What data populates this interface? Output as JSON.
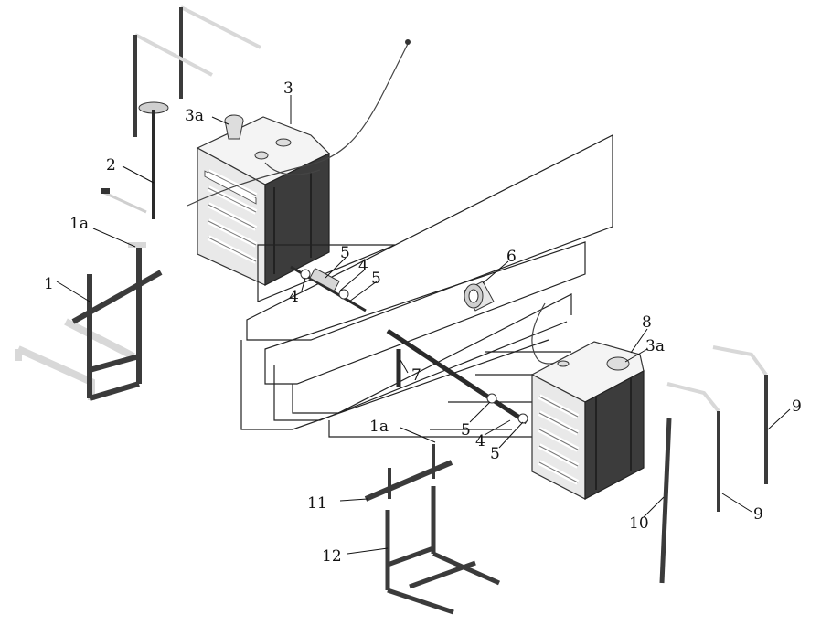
{
  "callouts": {
    "c1": "1",
    "c1a_left": "1a",
    "c1a_bottom": "1a",
    "c2": "2",
    "c3": "3",
    "c3a_left": "3a",
    "c3a_right": "3a",
    "c4_a": "4",
    "c4_b": "4",
    "c4_c": "4",
    "c5_a": "5",
    "c5_b": "5",
    "c5_c": "5",
    "c5_d": "5",
    "c6": "6",
    "c7": "7",
    "c8": "8",
    "c9_a": "9",
    "c9_b": "9",
    "c10": "10",
    "c11": "11",
    "c12": "12"
  },
  "colors": {
    "dark_metal": "#3c3c3c",
    "light_metal": "#e9e9e9",
    "line": "#222222"
  }
}
